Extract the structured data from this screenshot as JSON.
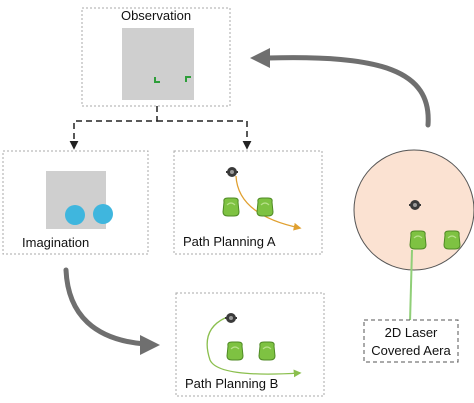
{
  "labels": {
    "observation": "Observation",
    "imagination": "Imagination",
    "path_planning_a": "Path Planning A",
    "path_planning_b": "Path Planning B",
    "laser_line1": "2D Laser",
    "laser_line2": "Covered Aera"
  },
  "colors": {
    "box_border": "#a8a8a8",
    "dashed_arrow": "#222222",
    "big_arrow": "#6f6f6f",
    "map_gray": "#cfcfcf",
    "observed_marker": "#2e9e3a",
    "imagination_blob": "#3fb6de",
    "robot": "#3a3a3a",
    "obstacle": "#7ec242",
    "planned_path": "#e0a030",
    "path_b": "#8bbf4e",
    "laser_area": "#fbe2d2",
    "callout_line": "#90cf78"
  },
  "icons": [
    "robot-icon",
    "obstacle-icon"
  ]
}
